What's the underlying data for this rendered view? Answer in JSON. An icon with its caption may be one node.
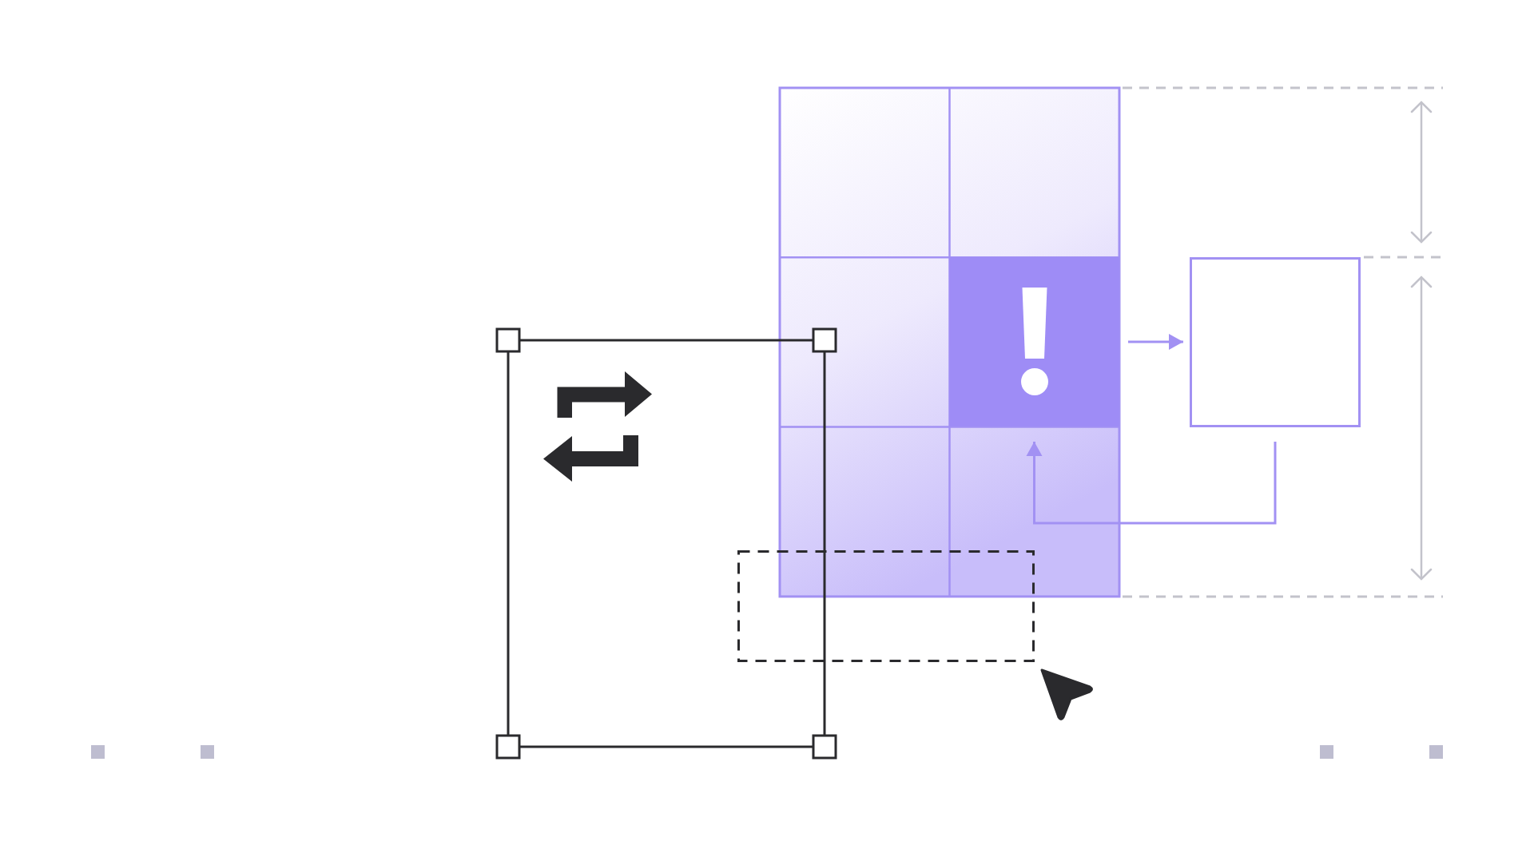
{
  "diagram": {
    "nodes": [
      {
        "text": [],
        "shape": "box"
      },
      {
        "text": [],
        "shape": "box"
      },
      {
        "text": [],
        "shape": "box"
      }
    ],
    "edges": [
      {
        "from": 0,
        "to": 1,
        "arrow": "to"
      },
      {
        "from": 1,
        "to": 0,
        "arrow": "to"
      }
    ]
  }
}
